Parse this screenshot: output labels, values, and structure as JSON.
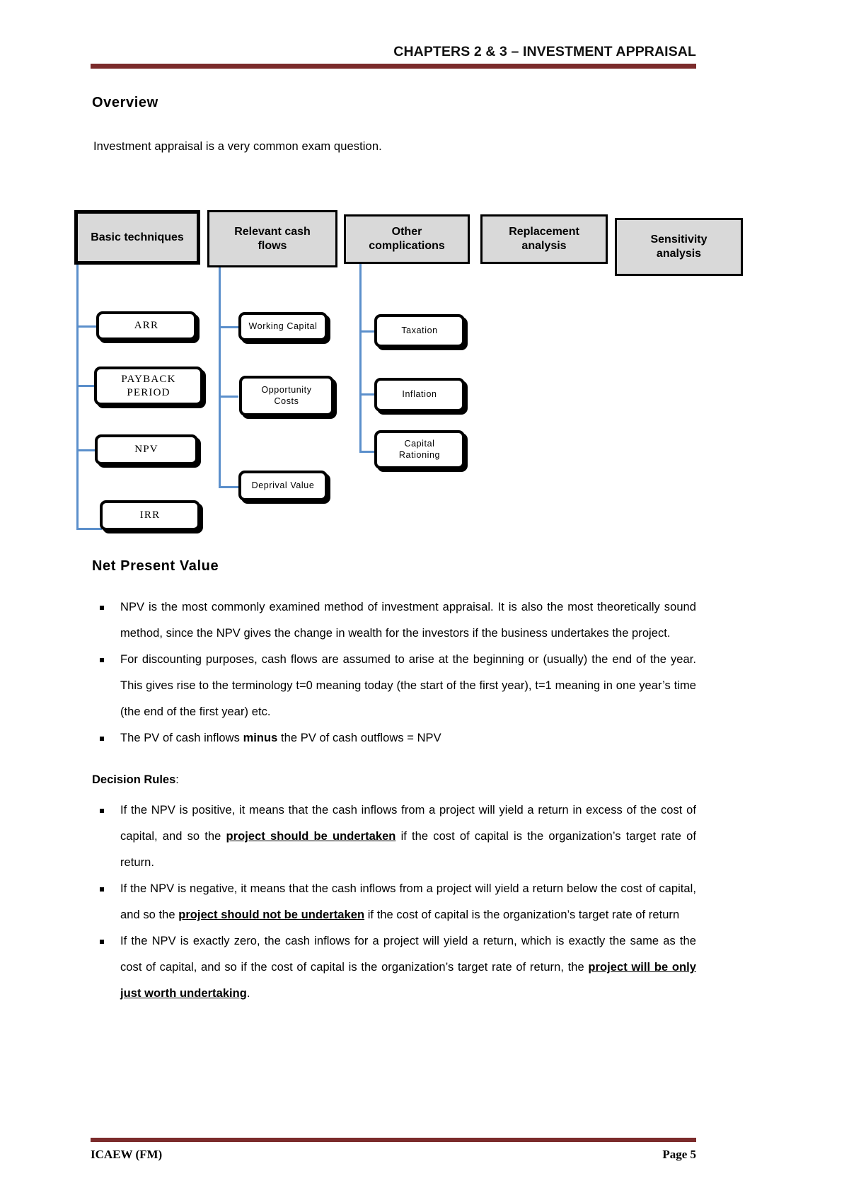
{
  "header": {
    "title": "CHAPTERS 2 & 3 – INVESTMENT APPRAISAL",
    "rule_color": "#7B2B2B"
  },
  "sections": {
    "overview_heading": "Overview",
    "overview_text": "Investment appraisal is a very common exam question.",
    "npv_heading": "Net Present Value",
    "decision_heading": "Decision Rules",
    "decision_heading_suffix": ":"
  },
  "diagram": {
    "connector_color": "#5B8FCB",
    "top_fill": "#D9D9D9",
    "columns": [
      {
        "title": "Basic techniques",
        "children": [
          "ARR",
          "PAYBACK\nPERIOD",
          "NPV",
          "IRR"
        ]
      },
      {
        "title": "Relevant cash flows",
        "children": [
          "Working Capital",
          "Opportunity Costs",
          "Deprival Value"
        ]
      },
      {
        "title": "Other complications",
        "children": [
          "Taxation",
          "Inflation",
          "Capital Rationing"
        ]
      },
      {
        "title": "Replacement analysis",
        "children": []
      },
      {
        "title": "Sensitivity analysis",
        "children": []
      }
    ],
    "labels": {
      "c1_title": "Basic techniques",
      "c1_a": "ARR",
      "c1_b_line1": "PAYBACK",
      "c1_b_line2": "PERIOD",
      "c1_c": "NPV",
      "c1_d": "IRR",
      "c2_title_line1": "Relevant cash",
      "c2_title_line2": "flows",
      "c2_a": "Working Capital",
      "c2_b_line1": "Opportunity",
      "c2_b_line2": "Costs",
      "c2_c": "Deprival Value",
      "c3_title_line1": "Other",
      "c3_title_line2": "complications",
      "c3_a": "Taxation",
      "c3_b": "Inflation",
      "c3_c_line1": "Capital",
      "c3_c_line2": "Rationing",
      "c4_title_line1": "Replacement",
      "c4_title_line2": "analysis",
      "c5_title_line1": "Sensitivity",
      "c5_title_line2": "analysis"
    }
  },
  "npv_bullets": [
    {
      "parts": [
        {
          "t": "NPV is the most commonly examined method of investment appraisal. It is also the most theoretically sound method, since the NPV gives the change in wealth for the investors if the business undertakes the project.",
          "s": "n"
        }
      ]
    },
    {
      "parts": [
        {
          "t": "For discounting purposes, cash flows are assumed to arise at the beginning or (usually) the end of the year. This gives rise to the terminology t=0 meaning today (the start of the first year), t=1 meaning in one year’s time (the end of the first year) etc.",
          "s": "n"
        }
      ]
    },
    {
      "parts": [
        {
          "t": "The PV of cash inflows ",
          "s": "n"
        },
        {
          "t": "minus",
          "s": "b"
        },
        {
          "t": " the PV of cash outflows = NPV",
          "s": "n"
        }
      ]
    }
  ],
  "decision_bullets": [
    {
      "parts": [
        {
          "t": "If the NPV is positive, it means that the cash inflows from a project will yield a return in excess of the cost of capital, and so the ",
          "s": "n"
        },
        {
          "t": "project should be undertaken",
          "s": "bu"
        },
        {
          "t": " if the cost of capital is the organization’s target rate of return.",
          "s": "n"
        }
      ]
    },
    {
      "parts": [
        {
          "t": "If the NPV is negative, it means that the cash inflows from a project will yield a return below the cost of capital, and so the ",
          "s": "n"
        },
        {
          "t": "project should not be undertaken",
          "s": "bu"
        },
        {
          "t": " if the cost of capital is the organization’s target rate of return",
          "s": "n"
        }
      ]
    },
    {
      "parts": [
        {
          "t": "If the NPV is exactly zero, the cash inflows for a project will yield a return, which is exactly the same as the cost of capital, and so if the cost of capital is the organization’s target rate of return, the ",
          "s": "n"
        },
        {
          "t": "project will be only just worth undertaking",
          "s": "bu"
        },
        {
          "t": ".",
          "s": "n"
        }
      ]
    }
  ],
  "footer": {
    "left": "ICAEW (FM)",
    "right": "Page 5"
  }
}
